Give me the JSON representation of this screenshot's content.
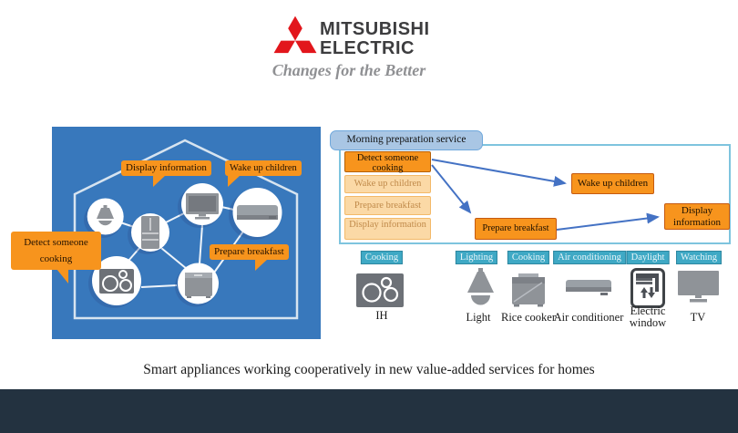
{
  "logo": {
    "brand_line1": "MITSUBISHI",
    "brand_line2": "ELECTRIC",
    "tagline": "Changes for the Better",
    "mark": "mitsubishi-three-diamond-icon",
    "colors": {
      "diamond_red": "#e2161c",
      "brand_text": "#3d3d3f",
      "tagline_gray": "#8f9093"
    }
  },
  "house_panel": {
    "background": "#3878bc",
    "callouts": {
      "display_information": "Display information",
      "wake_up_children": "Wake up children",
      "detect_someone_cooking": "Detect someone cooking",
      "prepare_breakfast": "Prepare breakfast"
    },
    "appliance_icons": [
      "ceiling-light-icon",
      "refrigerator-icon",
      "tv-icon",
      "air-conditioner-icon",
      "ih-cooktop-icon",
      "rice-cooker-icon"
    ]
  },
  "flow_diagram": {
    "title": "Morning preparation service",
    "steps": [
      "Detect someone cooking",
      "Wake up children",
      "Prepare breakfast",
      "Display information"
    ],
    "active_step": "Detect someone cooking",
    "result_boxes": [
      "Wake up children",
      "Prepare breakfast",
      "Display information"
    ],
    "colors": {
      "active_orange": "#f7941d",
      "faded_orange": "#fbd9a6",
      "title_bg": "#a9c6e4",
      "arrow_blue": "#4472c4",
      "frame_border": "#7ec4de",
      "category_teal": "#3fa9c5"
    }
  },
  "appliance_row": [
    {
      "category": "Cooking",
      "name": "IH",
      "icon": "ih-cooktop-icon"
    },
    {
      "category": "Lighting",
      "name": "Light",
      "icon": "lamp-icon"
    },
    {
      "category": "Cooking",
      "name": "Rice cooker",
      "icon": "rice-cooker-icon"
    },
    {
      "category": "Air conditioning",
      "name": "Air conditioner",
      "icon": "air-conditioner-icon"
    },
    {
      "category": "Daylight",
      "name": "Electric window",
      "icon": "electric-window-icon"
    },
    {
      "category": "Watching",
      "name": "TV",
      "icon": "tv-icon"
    }
  ],
  "caption": "Smart appliances working cooperatively in new value-added services for homes",
  "footer_bar_color": "#233240"
}
